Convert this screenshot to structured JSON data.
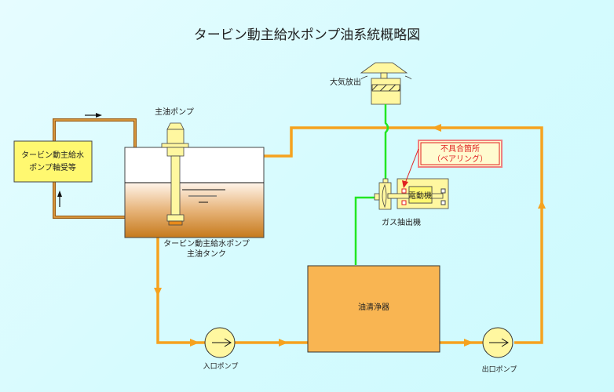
{
  "title": "タービン動主給水ポンプ油系統概略図",
  "components": {
    "bearings_box": {
      "line1": "タービン動主給水",
      "line2": "ポンプ軸受等"
    },
    "main_oil_pump": {
      "label": "主油ポンプ"
    },
    "main_oil_tank": {
      "line1": "タービン動主給水ポンプ",
      "line2": "主油タンク"
    },
    "vent": {
      "label": "大気放出"
    },
    "fault_callout": {
      "line1": "不具合箇所",
      "line2": "（ベアリング）"
    },
    "motor": {
      "label": "電動機"
    },
    "gas_extractor": {
      "label": "ガス抽出機"
    },
    "oil_purifier": {
      "label": "油清浄器"
    },
    "inlet_pump": {
      "label": "入口ポンプ"
    },
    "outlet_pump": {
      "label": "出口ポンプ"
    }
  },
  "colors": {
    "oil_line": "#f6a21e",
    "gas_line": "#22e622",
    "bearing_loop": "#9a5a12",
    "equipment_fill": "#fff7a0",
    "purifier_fill": "#f9b552",
    "fault_red": "#e02020"
  }
}
